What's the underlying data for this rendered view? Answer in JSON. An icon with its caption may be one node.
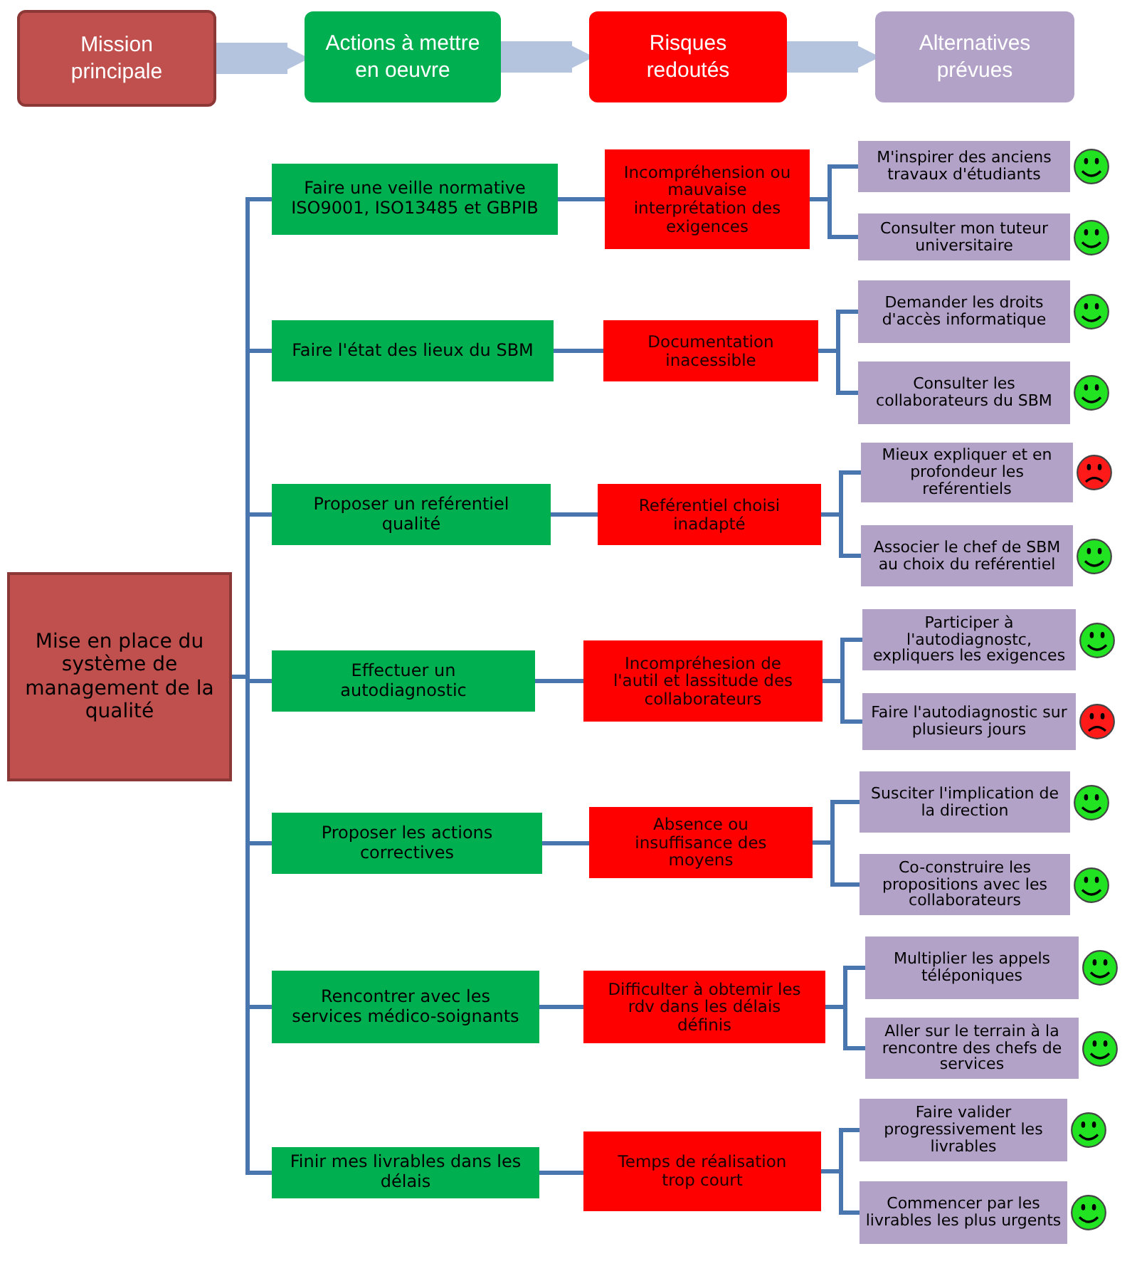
{
  "diagram": {
    "nodes": [
      {
        "text": [
          "Mission principale"
        ]
      },
      {
        "text": [
          "Actions à mettre en oeuvre"
        ]
      },
      {
        "text": [
          "Risques redoutés"
        ]
      },
      {
        "text": [
          "Alternatives prévues"
        ]
      },
      {
        "text": [
          "Mise en place du système de management de la qualité"
        ]
      },
      {
        "text": [
          "Faire une veille normative ISO9001, ISO13485 et GBPIB"
        ]
      },
      {
        "text": [
          "Incompréhension ou mauvaise interprétation des exigences"
        ]
      },
      {
        "text": [
          "M'inspirer des anciens travaux d'étudiants"
        ]
      },
      {
        "text": [
          "Consulter mon tuteur universitaire"
        ]
      },
      {
        "text": [
          "Faire l'état des lieux du SBM"
        ]
      },
      {
        "text": [
          "Documentation inacessible"
        ]
      },
      {
        "text": [
          "Demander les droits d'accès informatique"
        ]
      },
      {
        "text": [
          "Consulter les collaborateurs du SBM"
        ]
      },
      {
        "text": [
          "Proposer un reférentiel qualité"
        ]
      },
      {
        "text": [
          "Reférentiel choisi inadapté"
        ]
      },
      {
        "text": [
          "Mieux expliquer et en profondeur les reférentiels"
        ]
      },
      {
        "text": [
          "Associer le chef de SBM au choix du reférentiel"
        ]
      },
      {
        "text": [
          "Effectuer un autodiagnostic"
        ]
      },
      {
        "text": [
          "Incompréhesion de l'autil et lassitude des collaborateurs"
        ]
      },
      {
        "text": [
          "Participer à l'autodiagnostc, expliquers les exigences"
        ]
      },
      {
        "text": [
          "Faire l'autodiagnostic sur plusieurs jours"
        ]
      },
      {
        "text": [
          "Proposer les actions correctives"
        ]
      },
      {
        "text": [
          "Absence ou insuffisance des moyens"
        ]
      },
      {
        "text": [
          "Susciter l'implication de la direction"
        ]
      },
      {
        "text": [
          "Co-construire les propositions avec les collaborateurs"
        ]
      },
      {
        "text": [
          "Rencontrer avec les services médico-soignants"
        ]
      },
      {
        "text": [
          "Difficulter à obtemir les rdv dans les délais définis"
        ]
      },
      {
        "text": [
          "Multiplier les appels téléponiques"
        ]
      },
      {
        "text": [
          "Aller sur le terrain à la rencontre des chefs de services"
        ]
      },
      {
        "text": [
          "Finir mes livrables dans les délais"
        ]
      },
      {
        "text": [
          "Temps de réalisation trop court"
        ]
      },
      {
        "text": [
          "Faire valider progressivement les livrables"
        ]
      },
      {
        "text": [
          "Commencer par les livrables les plus urgents"
        ]
      }
    ],
    "edges": [
      {
        "from": 0,
        "to": 1,
        "arrow": "to",
        "style": "thick",
        "color": "#b4c3de"
      },
      {
        "from": 1,
        "to": 2,
        "arrow": "to",
        "style": "thick",
        "color": "#b4c3de"
      },
      {
        "from": 2,
        "to": 3,
        "arrow": "to",
        "style": "thick",
        "color": "#b4c3de"
      },
      {
        "from": 4,
        "to": 5,
        "arrow": "none"
      },
      {
        "from": 5,
        "to": 6,
        "arrow": "none"
      },
      {
        "from": 6,
        "to": 7,
        "arrow": "none"
      },
      {
        "from": 6,
        "to": 8,
        "arrow": "none"
      },
      {
        "from": 4,
        "to": 9,
        "arrow": "none"
      },
      {
        "from": 9,
        "to": 10,
        "arrow": "none"
      },
      {
        "from": 10,
        "to": 11,
        "arrow": "none"
      },
      {
        "from": 10,
        "to": 12,
        "arrow": "none"
      },
      {
        "from": 4,
        "to": 13,
        "arrow": "none"
      },
      {
        "from": 13,
        "to": 14,
        "arrow": "none"
      },
      {
        "from": 14,
        "to": 15,
        "arrow": "none"
      },
      {
        "from": 14,
        "to": 16,
        "arrow": "none"
      },
      {
        "from": 4,
        "to": 17,
        "arrow": "none"
      },
      {
        "from": 17,
        "to": 18,
        "arrow": "none"
      },
      {
        "from": 18,
        "to": 19,
        "arrow": "none"
      },
      {
        "from": 18,
        "to": 20,
        "arrow": "none"
      },
      {
        "from": 4,
        "to": 21,
        "arrow": "none"
      },
      {
        "from": 21,
        "to": 22,
        "arrow": "none"
      },
      {
        "from": 22,
        "to": 23,
        "arrow": "none"
      },
      {
        "from": 22,
        "to": 24,
        "arrow": "none"
      },
      {
        "from": 4,
        "to": 25,
        "arrow": "none"
      },
      {
        "from": 25,
        "to": 26,
        "arrow": "none"
      },
      {
        "from": 26,
        "to": 27,
        "arrow": "none"
      },
      {
        "from": 26,
        "to": 28,
        "arrow": "none"
      },
      {
        "from": 4,
        "to": 29,
        "arrow": "none"
      },
      {
        "from": 29,
        "to": 30,
        "arrow": "none"
      },
      {
        "from": 30,
        "to": 31,
        "arrow": "none"
      },
      {
        "from": 30,
        "to": 32,
        "arrow": "none"
      }
    ]
  }
}
